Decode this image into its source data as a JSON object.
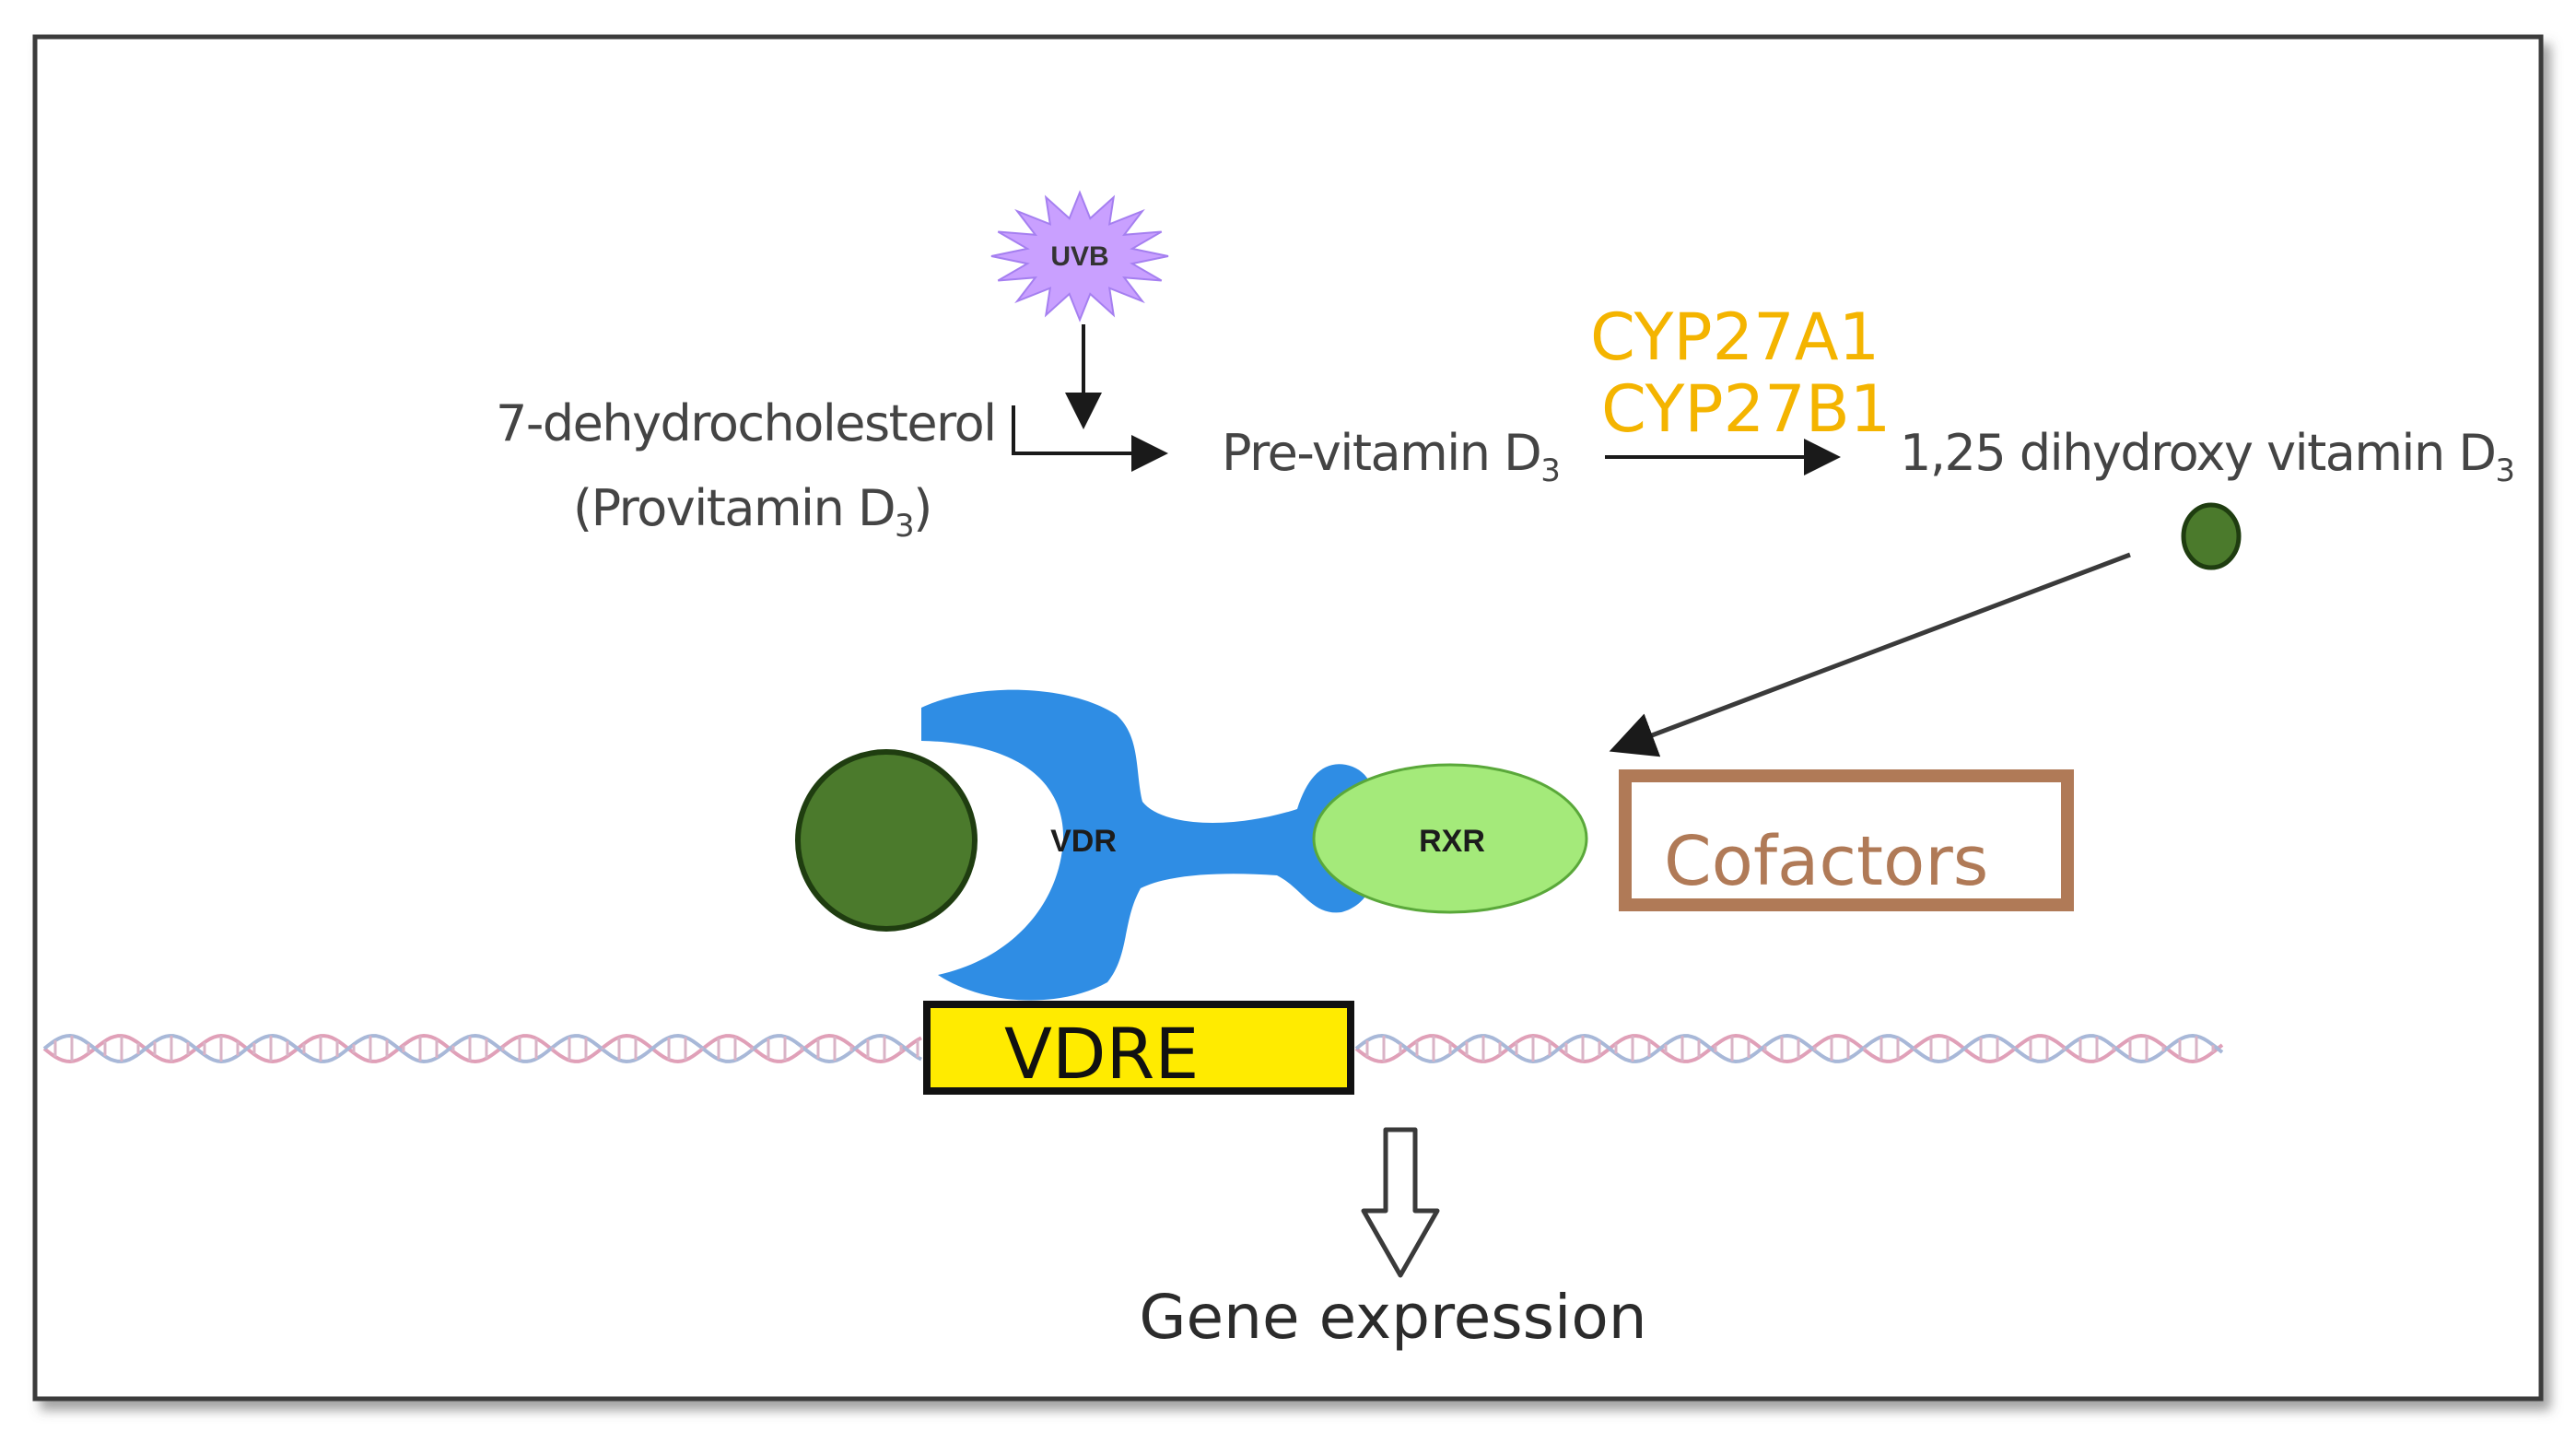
{
  "pathway": {
    "uvb_label": "UVB",
    "precursor_line1": "7-dehydrocholesterol",
    "precursor_line2": "(Provitamin D",
    "precursor_line2_sub": "3",
    "precursor_line2_close": ")",
    "intermediate": "Pre-vitamin D",
    "intermediate_sub": "3",
    "enzyme_1": "CYP27A1",
    "enzyme_2": "CYP27B1",
    "product": "1,25 dihydroxy vitamin D",
    "product_sub": "3"
  },
  "complex": {
    "vdr_label": "VDR",
    "rxr_label": "RXR",
    "cofactors_label": "Cofactors",
    "vdre_label": "VDRE"
  },
  "outcome": {
    "gene_expression_label": "Gene expression"
  },
  "colors": {
    "uvb_star": "#c9a0ff",
    "enzyme_text": "#f4b400",
    "vitamin_d_ligand": "#4b7a2c",
    "vdr": "#2f8de4",
    "rxr": "#a4ea7a",
    "cofactors_box": "#b07a57",
    "vdre_box": "#ffeb00",
    "dna": "#e0a0b8"
  },
  "icons": {
    "uvb": "starburst-icon",
    "ligand": "circle-ligand-icon",
    "gene_arrow": "hollow-down-arrow-icon"
  }
}
